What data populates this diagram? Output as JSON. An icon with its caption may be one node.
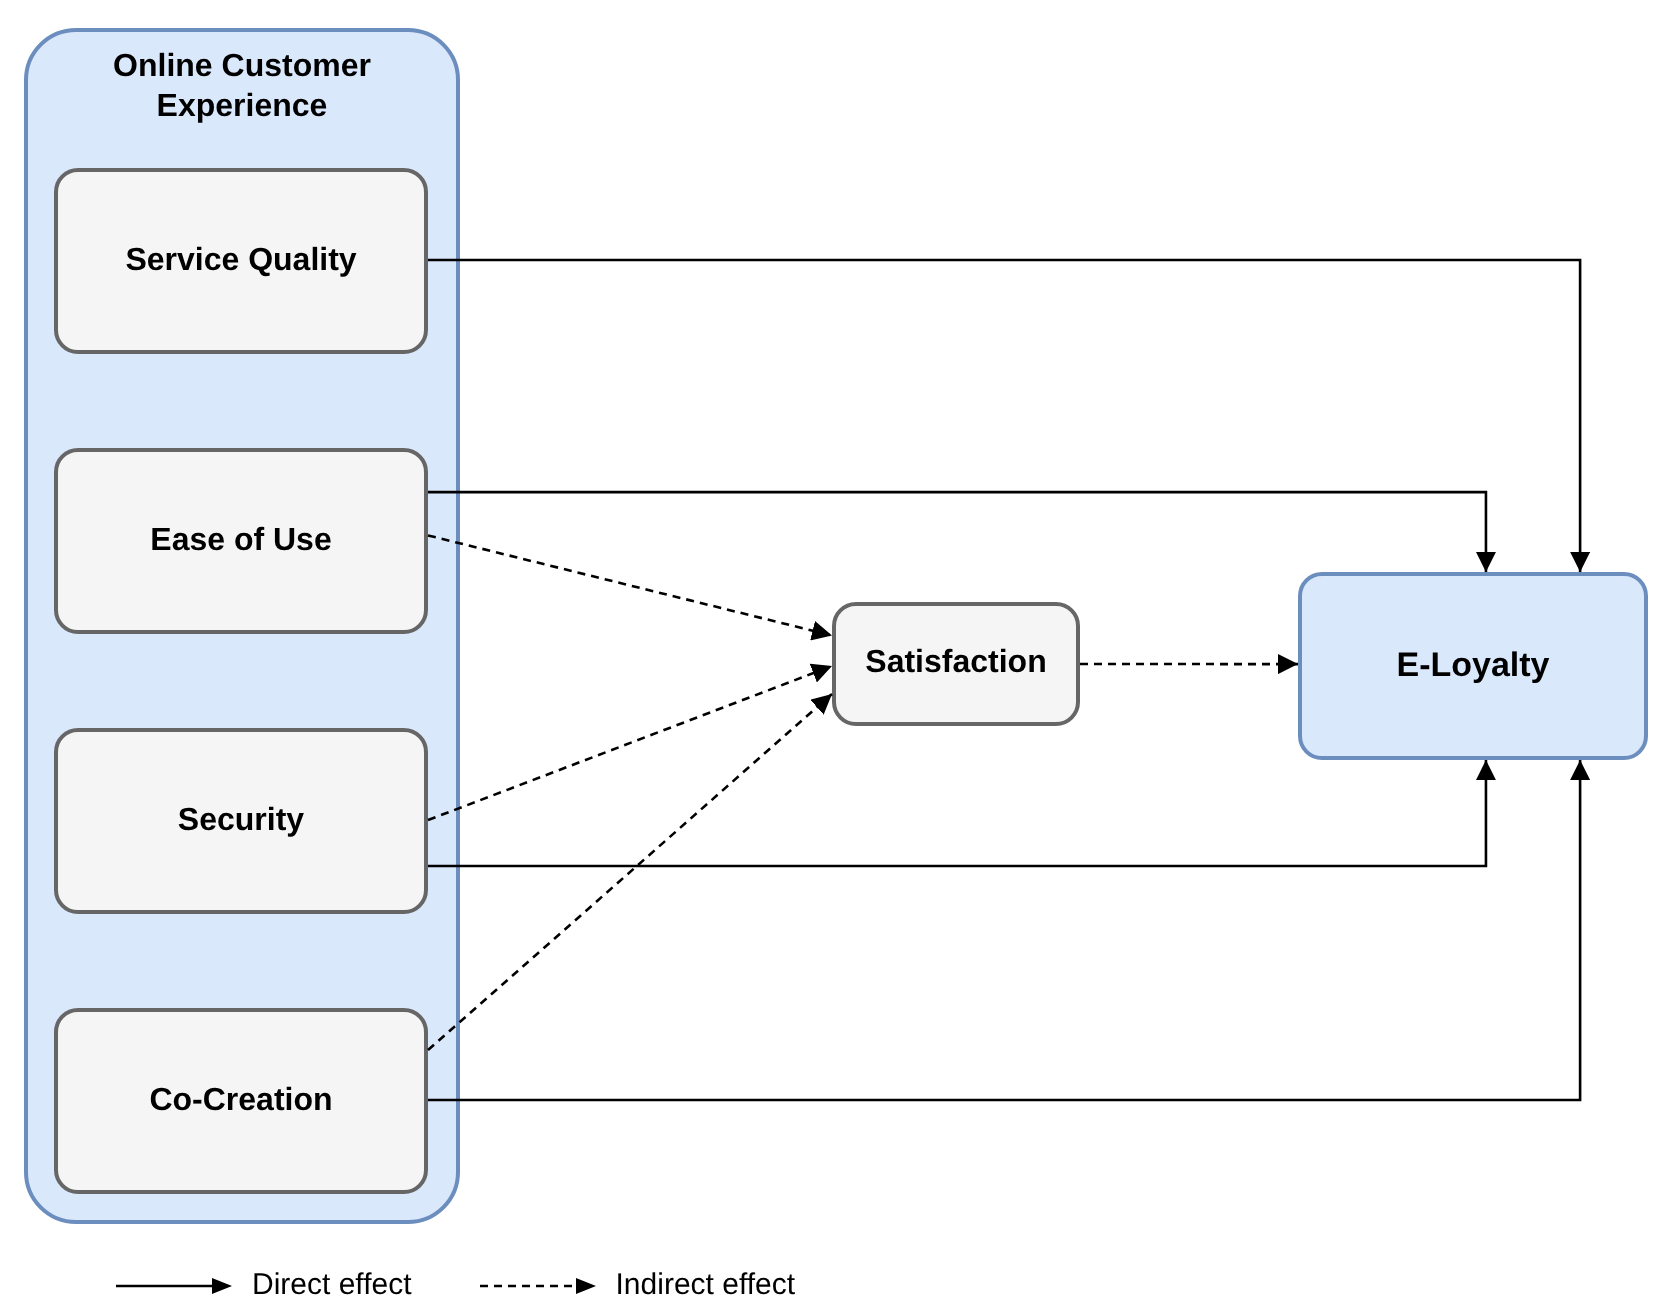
{
  "diagram": {
    "nodes": [
      {
        "text": [
          "Online Customer Experience"
        ]
      },
      {
        "text": [
          "Service Quality"
        ],
        "in": 0
      },
      {
        "text": [
          "Ease of Use"
        ],
        "in": 0
      },
      {
        "text": [
          "Security"
        ],
        "in": 0
      },
      {
        "text": [
          "Co-Creation"
        ],
        "in": 0
      },
      {
        "text": [
          "Satisfaction"
        ]
      },
      {
        "text": [
          "E-Loyalty"
        ]
      }
    ],
    "edges": [
      {
        "from": 1,
        "to": 6,
        "arrow": "to"
      },
      {
        "from": 2,
        "to": 6,
        "arrow": "to"
      },
      {
        "from": 2,
        "to": 5,
        "arrow": "to",
        "style": "dashed"
      },
      {
        "from": 3,
        "to": 5,
        "arrow": "to",
        "style": "dashed"
      },
      {
        "from": 3,
        "to": 6,
        "arrow": "to"
      },
      {
        "from": 4,
        "to": 5,
        "arrow": "to",
        "style": "dashed"
      },
      {
        "from": 4,
        "to": 6,
        "arrow": "to"
      },
      {
        "from": 5,
        "to": 6,
        "arrow": "to",
        "style": "dashed"
      }
    ],
    "legend": [
      {
        "text": "Direct effect"
      },
      {
        "text": "Indirect effect"
      }
    ]
  }
}
